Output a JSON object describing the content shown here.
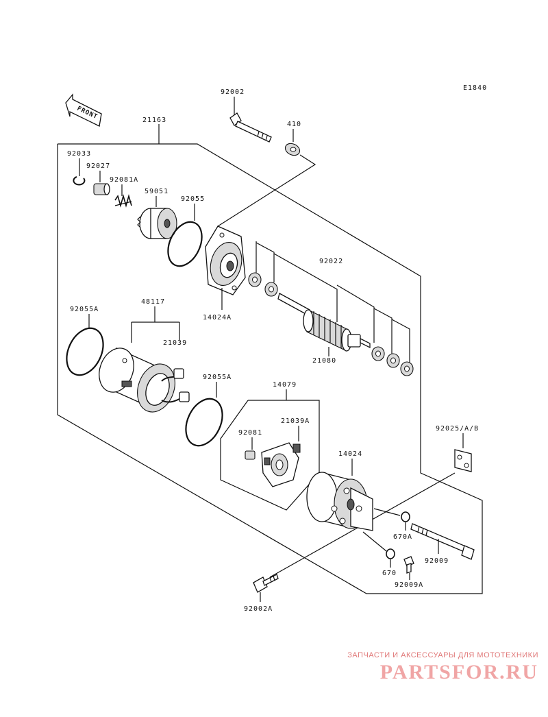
{
  "diagram": {
    "code": "E1840",
    "front_label": "FRONT",
    "parts": {
      "p92002": "92002",
      "p410": "410",
      "p21163": "21163",
      "p92033": "92033",
      "p92027": "92027",
      "p92081A": "92081A",
      "p59051": "59051",
      "p92055": "92055",
      "p14024A": "14024A",
      "p92022": "92022",
      "p21080": "21080",
      "p92055A_left": "92055A",
      "p48117": "48117",
      "p21039": "21039",
      "p92055A_right": "92055A",
      "p14079": "14079",
      "p92081": "92081",
      "p21039A": "21039A",
      "p92025": "92025/A/B",
      "p14024": "14024",
      "p670A": "670A",
      "p670": "670",
      "p92009": "92009",
      "p92009A": "92009A",
      "p92002A": "92002A"
    }
  },
  "watermark": {
    "tagline": "ЗАПЧАСТИ И АКСЕССУАРЫ ДЛЯ МОТОТЕХНИКИ",
    "logo": "PARTSFOR.RU",
    "color": "#f0a5a5"
  }
}
